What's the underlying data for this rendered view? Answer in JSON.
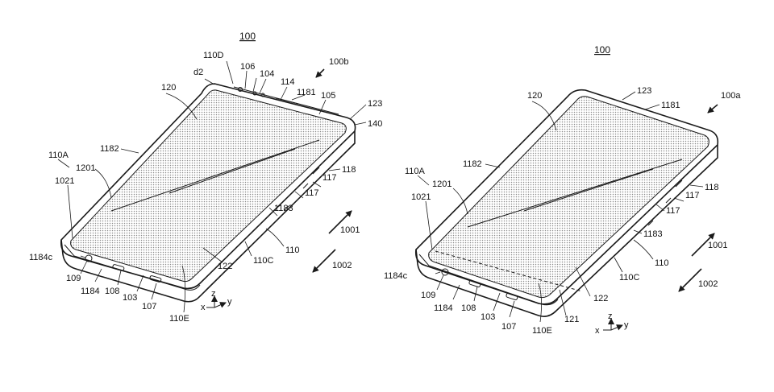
{
  "left": {
    "fig_number": "100",
    "view_label": "100b",
    "labels": {
      "l110D": "110D",
      "l106": "106",
      "l104": "104",
      "l114": "114",
      "l1181": "1181",
      "l105": "105",
      "l123": "123",
      "l140": "140",
      "ld2": "d2",
      "l120": "120",
      "l1182": "1182",
      "l110A": "110A",
      "l1201": "1201",
      "l1021": "1021",
      "l118": "118",
      "l117a": "117",
      "l117b": "117",
      "l1183": "1183",
      "l110": "110",
      "l110C": "110C",
      "l122": "122",
      "l1184c": "1184c",
      "l109": "109",
      "l1184": "1184",
      "l108": "108",
      "l103": "103",
      "l107": "107",
      "l110E": "110E",
      "l1001": "1001",
      "l1002": "1002"
    },
    "axes": {
      "x": "x",
      "y": "y",
      "z": "z"
    }
  },
  "right": {
    "fig_number": "100",
    "view_label": "100a",
    "labels": {
      "l123": "123",
      "l1181": "1181",
      "l120": "120",
      "l1182": "1182",
      "l110A": "110A",
      "l1201": "1201",
      "l1021": "1021",
      "l118": "118",
      "l117a": "117",
      "l117b": "117",
      "l1183": "1183",
      "l110": "110",
      "l110C": "110C",
      "l122": "122",
      "l1184c": "1184c",
      "l109": "109",
      "l1184": "1184",
      "l108": "108",
      "l103": "103",
      "l107": "107",
      "l110E": "110E",
      "l121": "121",
      "l1001": "1001",
      "l1002": "1002"
    },
    "axes": {
      "x": "x",
      "y": "y",
      "z": "z"
    }
  }
}
